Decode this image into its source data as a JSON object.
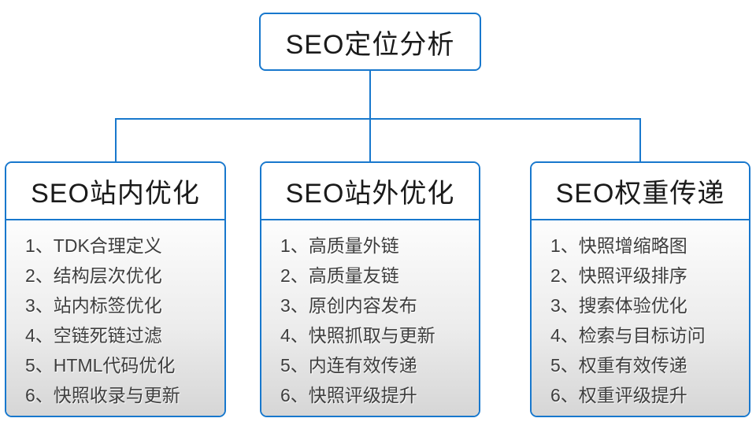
{
  "diagram": {
    "colors": {
      "accent": "#1878CD",
      "header_text": "#1a1a1a",
      "item_text": "#3e3e3e",
      "list_bg_top": "#fdfdfd",
      "list_bg_bottom": "#d6d6d6"
    },
    "root": {
      "label": "SEO定位分析"
    },
    "columns": [
      {
        "header": "SEO站内优化",
        "items": [
          "1、TDK合理定义",
          "2、结构层次优化",
          "3、站内标签优化",
          "4、空链死链过滤",
          "5、HTML代码优化",
          "6、快照收录与更新"
        ]
      },
      {
        "header": "SEO站外优化",
        "items": [
          "1、高质量外链",
          "2、高质量友链",
          "3、原创内容发布",
          "4、快照抓取与更新",
          "5、内连有效传递",
          "6、快照评级提升"
        ]
      },
      {
        "header": "SEO权重传递",
        "items": [
          "1、快照增缩略图",
          "2、快照评级排序",
          "3、搜索体验优化",
          "4、检索与目标访问",
          "5、权重有效传递",
          "6、权重评级提升"
        ]
      }
    ]
  }
}
